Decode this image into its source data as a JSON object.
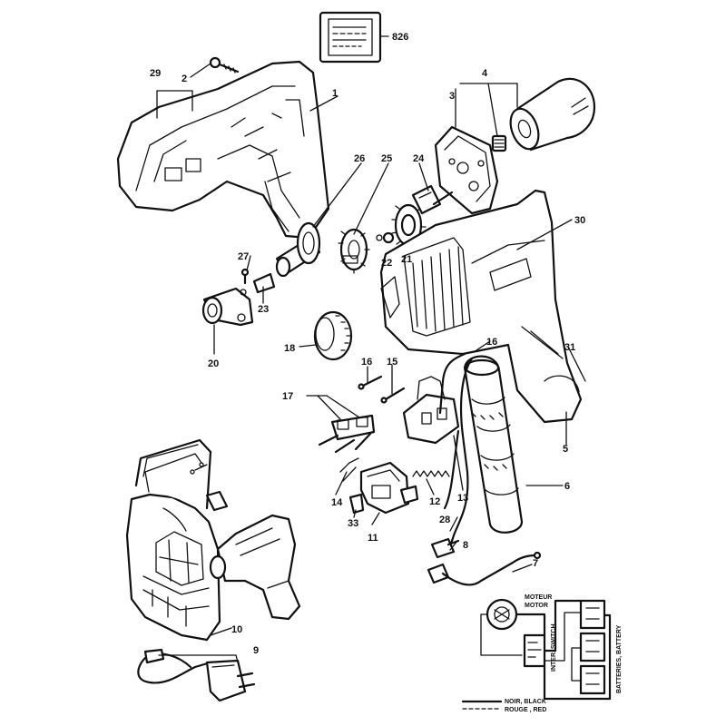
{
  "labels": {
    "l826": "826",
    "l1": "1",
    "l2": "2",
    "l3": "3",
    "l4": "4",
    "l5": "5",
    "l6": "6",
    "l7": "7",
    "l8": "8",
    "l9": "9",
    "l10": "10",
    "l11": "11",
    "l12": "12",
    "l13": "13",
    "l14": "14",
    "l15": "15",
    "l16a": "16",
    "l16b": "16",
    "l17": "17",
    "l18": "18",
    "l20": "20",
    "l21": "21",
    "l22": "22",
    "l23": "23",
    "l24": "24",
    "l25": "25",
    "l26": "26",
    "l27": "27",
    "l28": "28",
    "l29": "29",
    "l30": "30",
    "l31": "31",
    "l33": "33"
  },
  "schematic": {
    "moteur": "MOTEUR",
    "motor": "MOTOR",
    "inter_switch": "INTER. SWITCH",
    "batteries_battery": "BATTERIES, BATTERY",
    "noir_black": "NOIR, BLACK",
    "rouge_red": "ROUGE , RED"
  }
}
